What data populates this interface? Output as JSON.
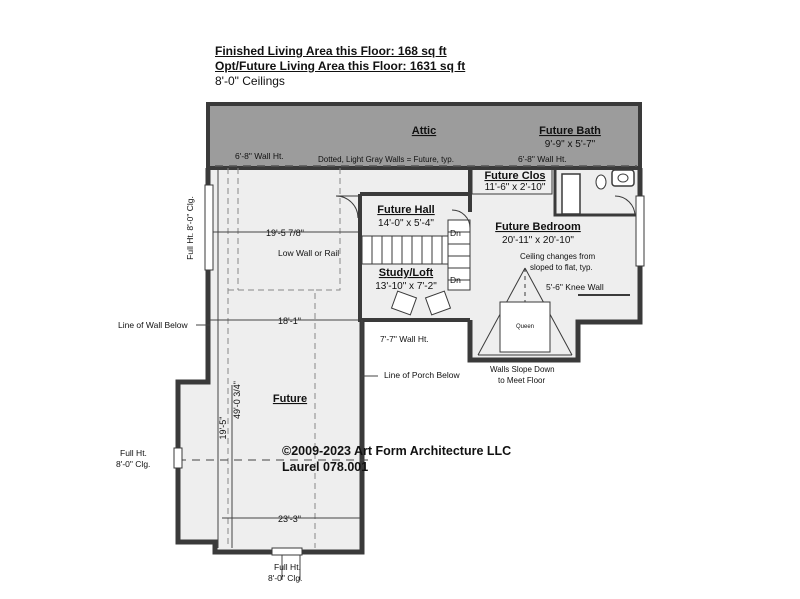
{
  "header": {
    "finished_area": "Finished Living Area this Floor: 168 sq ft",
    "future_area": "Opt/Future Living Area this Floor: 1631 sq ft",
    "ceilings": "8'-0\" Ceilings"
  },
  "rooms": {
    "attic": "Attic",
    "future_bath": "Future Bath",
    "future_bath_dim": "9'-9\" x 5'-7\"",
    "future_clos": "Future Clos",
    "future_clos_dim": "11'-6\" x 2'-10\"",
    "future_hall": "Future Hall",
    "future_hall_dim": "14'-0\" x 5'-4\"",
    "future_bedroom": "Future Bedroom",
    "future_bedroom_dim": "20'-11\" x 20'-10\"",
    "study_loft": "Study/Loft",
    "study_loft_dim": "13'-10\" x 7'-2\"",
    "future": "Future",
    "bed_label": "Queen"
  },
  "annotations": {
    "wall_ht_left": "6'-8\" Wall Ht.",
    "dotted_note": "Dotted, Light Gray Walls = Future, typ.",
    "wall_ht_right": "6'-8\" Wall Ht.",
    "full_ht_vertical": "Full Ht. 8'-0\" Clg.",
    "low_wall": "Low Wall or Rail",
    "dn1": "Dn",
    "dn2": "Dn",
    "ceiling_changes_1": "Ceiling changes from",
    "ceiling_changes_2": "sloped to flat, typ.",
    "knee_wall": "5'-6\" Knee Wall",
    "line_of_wall": "Line of Wall Below",
    "wall_ht_77": "7'-7\" Wall Ht.",
    "line_of_porch": "Line of Porch Below",
    "walls_slope_1": "Walls Slope Down",
    "walls_slope_2": "to Meet Floor",
    "full_ht_left_1": "Full Ht.",
    "full_ht_left_2": "8'-0\" Clg.",
    "full_ht_bottom_1": "Full Ht.",
    "full_ht_bottom_2": "8'-0\" Clg."
  },
  "dimensions": {
    "d_19_5_78": "19'-5 7/8\"",
    "d_18_1": "18'-1\"",
    "d_49_0_34": "49'-0 3/4\"",
    "d_19_5": "19'-5\"",
    "d_23_3": "23'-3\""
  },
  "copyright": {
    "line1": "©2009-2023 Art Form Architecture LLC",
    "line2": "Laurel 078.001"
  },
  "colors": {
    "attic_fill": "#9c9c9c",
    "wall": "#3a3a3a",
    "floor": "#eeeeee",
    "future_wall": "#bbbbbb"
  }
}
